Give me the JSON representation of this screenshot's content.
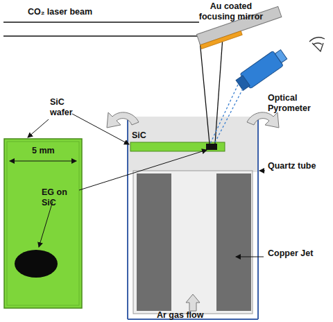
{
  "diagram": {
    "labels": [
      "CO₂ laser beam",
      "Au coated focusing mirror",
      "Optical Pyrometer",
      "SiC wafer",
      "5 mm",
      "SiC",
      "Quartz tube",
      "EG on SiC",
      "Copper Jet",
      "Ar gas flow"
    ]
  }
}
